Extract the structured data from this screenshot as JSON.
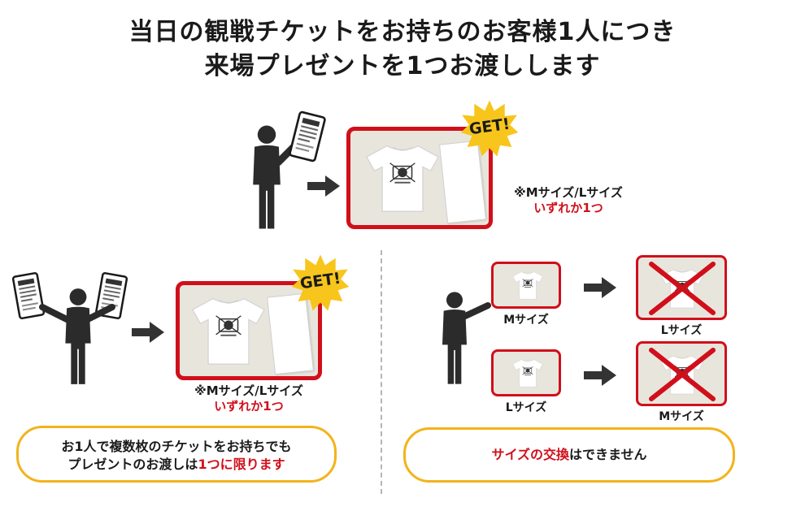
{
  "headline": {
    "line1": "当日の観戦チケットをお持ちのお客様1人につき",
    "line2": "来場プレゼントを1つお渡しします"
  },
  "badge_text": "GET!",
  "size_note": {
    "line1": "※Mサイズ/Lサイズ",
    "line2": "いずれか1つ"
  },
  "sizes": {
    "m": "Mサイズ",
    "l": "Lサイズ"
  },
  "bubble_left": {
    "line1": "お1人で複数枚のチケットをお持ちでも",
    "line2_prefix": "プレゼントのお渡しは",
    "line2_highlight": "1つに限ります"
  },
  "bubble_right": {
    "highlight": "サイズの交換",
    "suffix": "はできません"
  },
  "colors": {
    "accent_red": "#d10f1b",
    "bubble_border": "#f3b31b",
    "badge_yellow": "#f7c51c",
    "frame_bg": "#e8e6dc",
    "figure": "#2b2b2b"
  },
  "icons": [
    "person-icon",
    "ticket-icon",
    "arrow-right-icon",
    "tshirt-icon",
    "towel-icon",
    "get-badge-icon",
    "cross-icon"
  ]
}
